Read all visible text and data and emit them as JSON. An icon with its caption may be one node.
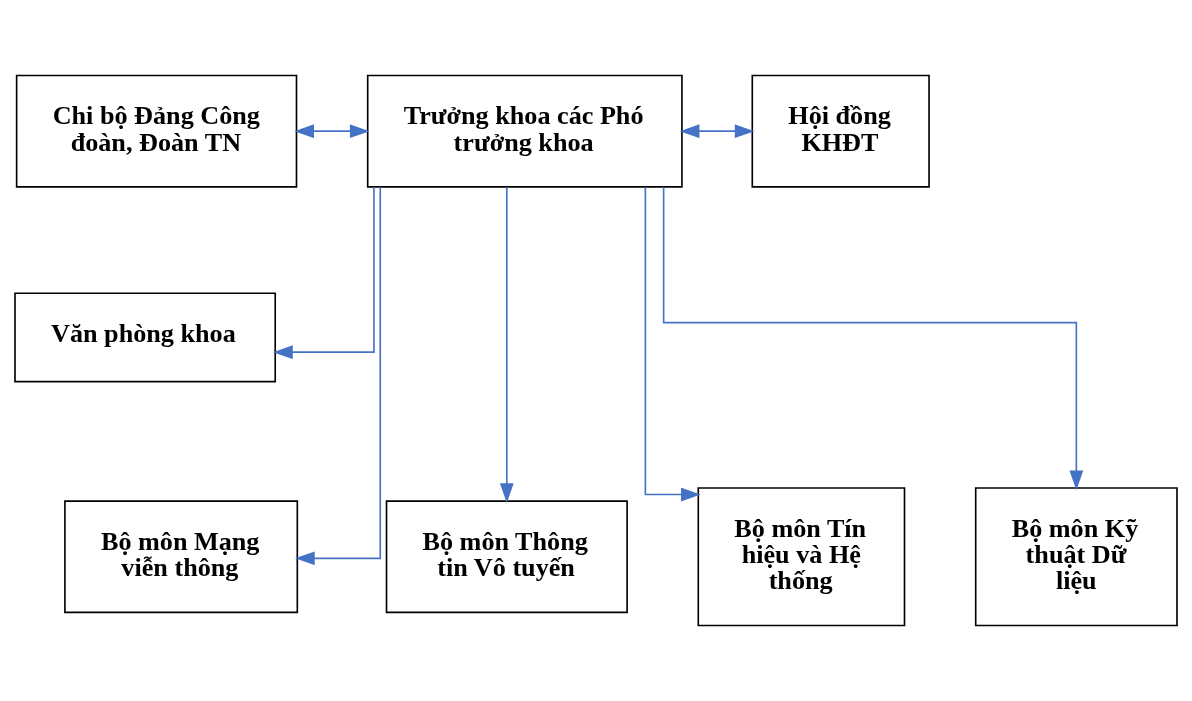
{
  "diagram": {
    "nodes": [
      {
        "text": [
          "Chi bộ Đảng Công đoàn, Đoàn TN"
        ]
      },
      {
        "text": [
          "Trưởng khoa các Phó trưởng khoa"
        ]
      },
      {
        "text": [
          "Hội đồng KHĐT"
        ]
      },
      {
        "text": [
          "Văn phòng khoa"
        ]
      },
      {
        "text": [
          "Bộ môn Mạng viễn thông"
        ]
      },
      {
        "text": [
          "Bộ môn Thông tin Vô tuyến"
        ]
      },
      {
        "text": [
          "Bộ môn Tín hiệu và Hệ thống"
        ]
      },
      {
        "text": [
          "Bộ môn Kỹ thuật Dữ liệu"
        ]
      }
    ],
    "edges": [
      {
        "from": 0,
        "to": 1,
        "arrow": "both",
        "color": "#4472c4"
      },
      {
        "from": 1,
        "to": 2,
        "arrow": "both",
        "color": "#4472c4"
      },
      {
        "from": 1,
        "to": 3,
        "arrow": "to",
        "color": "#4472c4"
      },
      {
        "from": 1,
        "to": 4,
        "arrow": "to",
        "color": "#4472c4"
      },
      {
        "from": 1,
        "to": 5,
        "arrow": "to",
        "color": "#4472c4"
      },
      {
        "from": 1,
        "to": 6,
        "arrow": "to",
        "color": "#4472c4"
      },
      {
        "from": 1,
        "to": 7,
        "arrow": "to",
        "color": "#4472c4"
      }
    ]
  }
}
